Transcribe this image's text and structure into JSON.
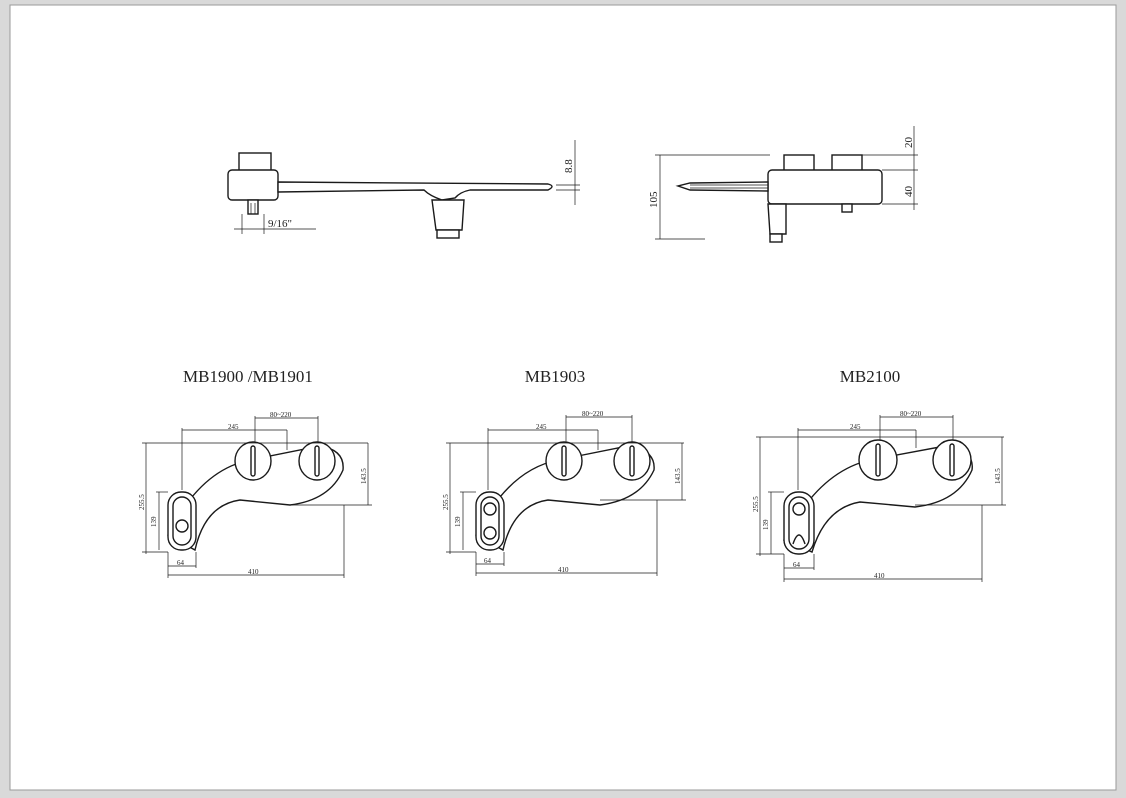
{
  "side_view_left": {
    "thread_label": "9/16\"",
    "thickness_label": "8.8"
  },
  "side_view_right": {
    "height_label": "105",
    "top_label": "20",
    "body_label": "40"
  },
  "models": [
    {
      "title": "MB1900 /MB1901",
      "dim_245": "245",
      "dim_range": "80~220",
      "dim_255": "255.5",
      "dim_139": "139",
      "dim_64": "64",
      "dim_410": "410",
      "dim_143": "143.5"
    },
    {
      "title": "MB1903",
      "dim_245": "245",
      "dim_range": "80~220",
      "dim_255": "255.5",
      "dim_139": "139",
      "dim_64": "64",
      "dim_410": "410",
      "dim_143": "143.5"
    },
    {
      "title": "MB2100",
      "dim_245": "245",
      "dim_range": "80~220",
      "dim_255": "255.5",
      "dim_139": "139",
      "dim_64": "64",
      "dim_410": "410",
      "dim_143": "143.5"
    }
  ]
}
